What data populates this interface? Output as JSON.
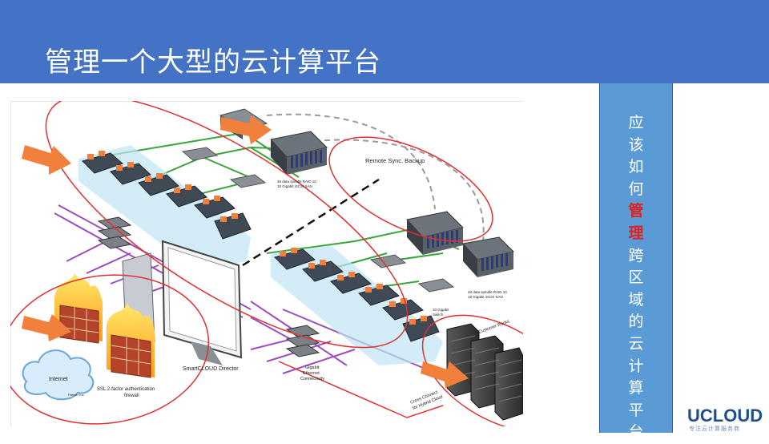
{
  "slide": {
    "title": "管理一个大型的云计算平台"
  },
  "sidebar": {
    "chars": [
      "应",
      "该",
      "如",
      "何",
      "管",
      "理",
      "跨",
      "区",
      "域",
      "的",
      "云",
      "计",
      "算",
      "平",
      "台"
    ],
    "highlight_chars": [
      "管",
      "理"
    ],
    "text_color": "#ffffff",
    "highlight_color": "#e02020",
    "background": "#5b9bd5"
  },
  "diagram": {
    "labels": {
      "remote_sync": "Remote Sync. Backup",
      "spindle_left": "48 data spindle RAID 10",
      "gigabit_left": "10 Gigabit iSCSI SAN",
      "spindle_right": "48 data spindle RAID 10",
      "gigabit_right": "10 Gigabit iSCSI SAN",
      "director": "SmartCLOUD Director",
      "internet": "Internet",
      "ssl": "SSL 2-factor authentication",
      "firewall": "firewall",
      "gigabit_ethernet": "Gigabit",
      "ethernet": "Ethernet",
      "connectivity": "Connectivity",
      "switch_label": "10 Gigabit",
      "switch_label2": "Switch",
      "cross_connect": "Cross Connect",
      "hybrid_cloud": "for Hybrid Cloud",
      "customer_racks": "Customer Racks",
      "partner": "Partner Inc."
    },
    "colors": {
      "orange": "#f0803c",
      "red_ellipse": "#e03030",
      "green": "#3aa53a",
      "purple": "#9b4fbf",
      "server_blue": "#8fd0e8"
    }
  },
  "logo": {
    "name": "UCLOUD",
    "tagline": "专注云计算服务商"
  }
}
